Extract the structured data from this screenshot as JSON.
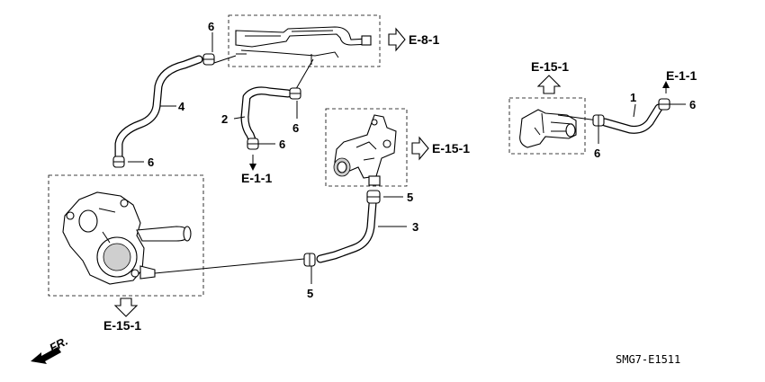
{
  "callouts": {
    "c1": "1",
    "c2": "2",
    "c3": "3",
    "c4": "4",
    "c5a": "5",
    "c5b": "5",
    "c6a": "6",
    "c6b": "6",
    "c6c": "6",
    "c6d": "6",
    "c6e": "6",
    "c6f": "6"
  },
  "refs": {
    "e81": "E-8-1",
    "e151_top_right": "E-15-1",
    "e151_mid": "E-15-1",
    "e151_bottom": "E-15-1",
    "e11_left": "E-1-1",
    "e11_right": "E-1-1"
  },
  "front_label": "FR.",
  "diagram_code": "SMG7-E1511"
}
